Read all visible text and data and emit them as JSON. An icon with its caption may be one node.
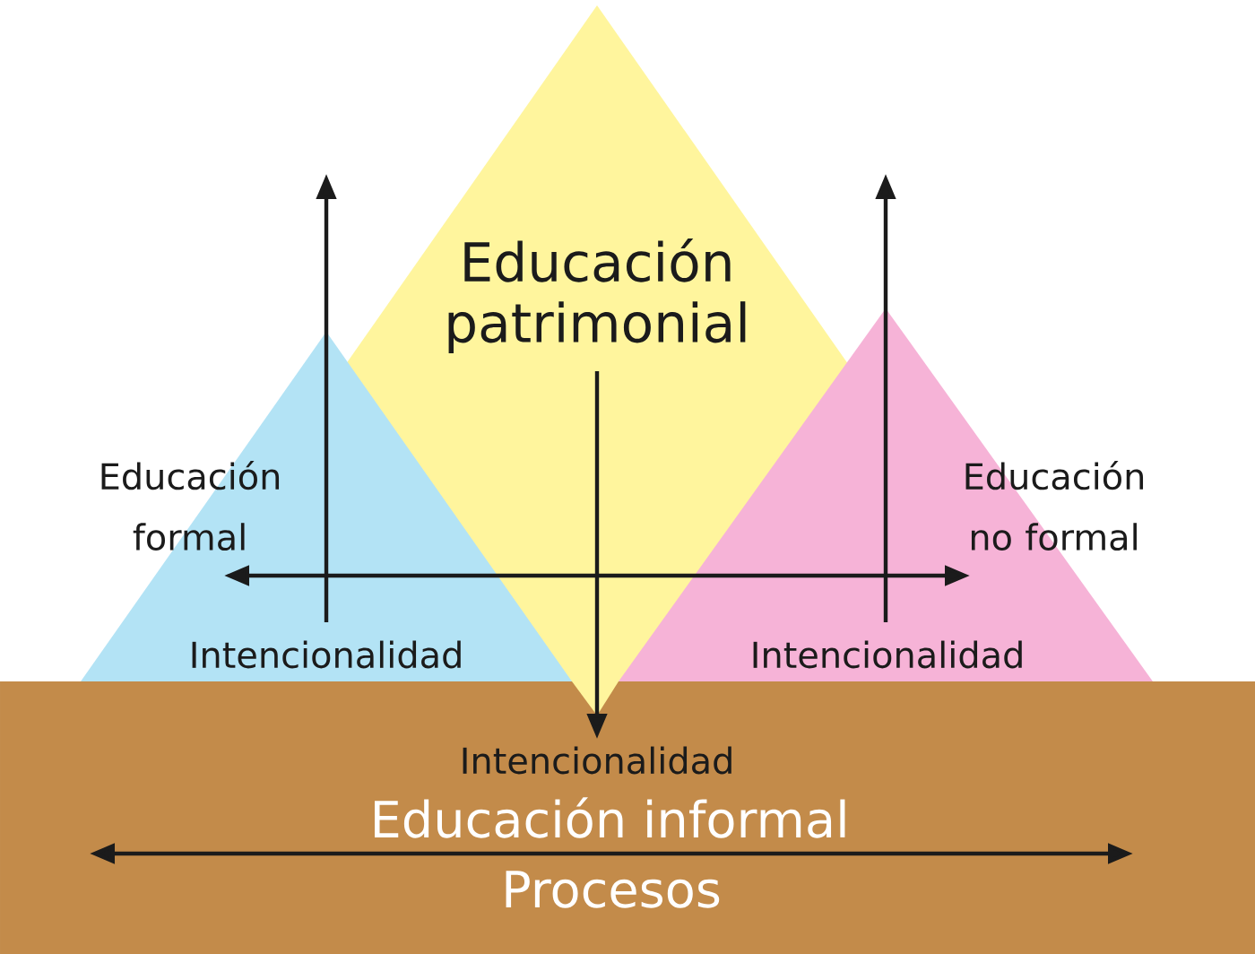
{
  "diagram": {
    "nodes": [
      {
        "text": [
          "Educación patrimonial"
        ]
      },
      {
        "text": [
          "Educación formal",
          "Intencionalidad"
        ]
      },
      {
        "text": [
          "Educación no formal",
          "Intencionalidad"
        ]
      },
      {
        "text": [
          "Intencionalidad",
          "Educación informal",
          "Procesos"
        ]
      }
    ],
    "edges": [
      {
        "from": 0,
        "to": 1,
        "arrow": "to"
      },
      {
        "from": 0,
        "to": 2,
        "arrow": "to"
      },
      {
        "from": 0,
        "to": 3,
        "arrow": "to"
      }
    ]
  }
}
